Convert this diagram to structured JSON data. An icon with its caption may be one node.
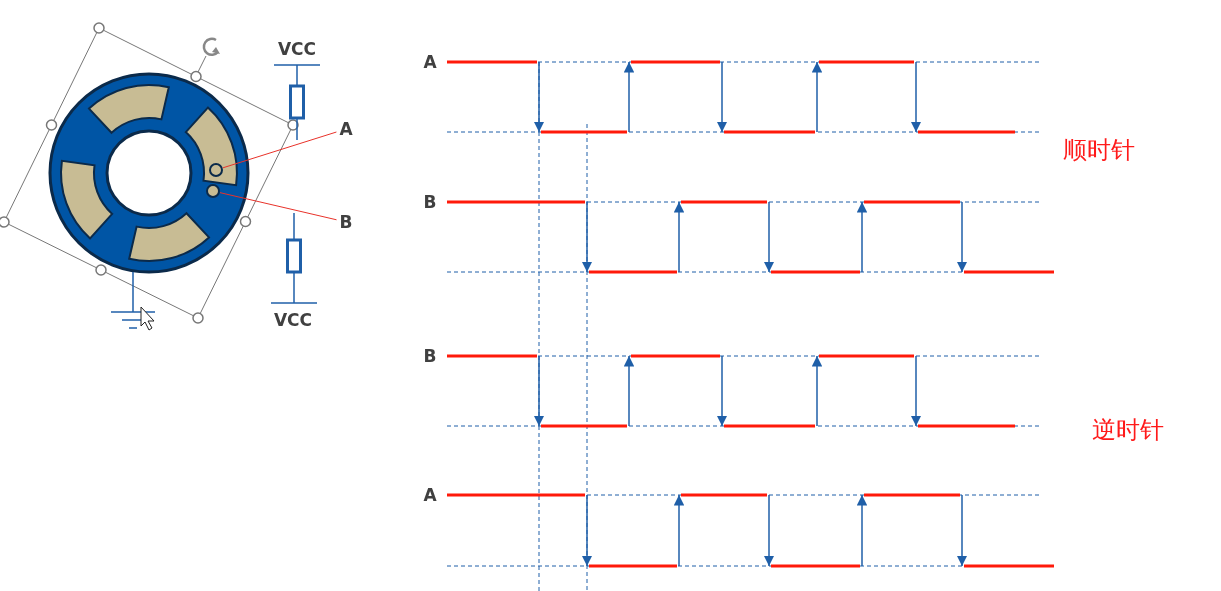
{
  "diagram": {
    "nodes": [
      {
        "text": [
          "A"
        ]
      },
      {
        "text": [],
        "shape": "circle"
      },
      {
        "text": [
          "B"
        ]
      },
      {
        "text": [],
        "shape": "circle"
      }
    ],
    "edges": [
      {
        "from": 0,
        "to": 1,
        "arrow": "none"
      },
      {
        "from": 2,
        "to": 3,
        "arrow": "none"
      }
    ],
    "labels": [
      "VCC",
      "VCC",
      "A",
      "B",
      "顺时针",
      "B",
      "A",
      "逆时针"
    ]
  }
}
